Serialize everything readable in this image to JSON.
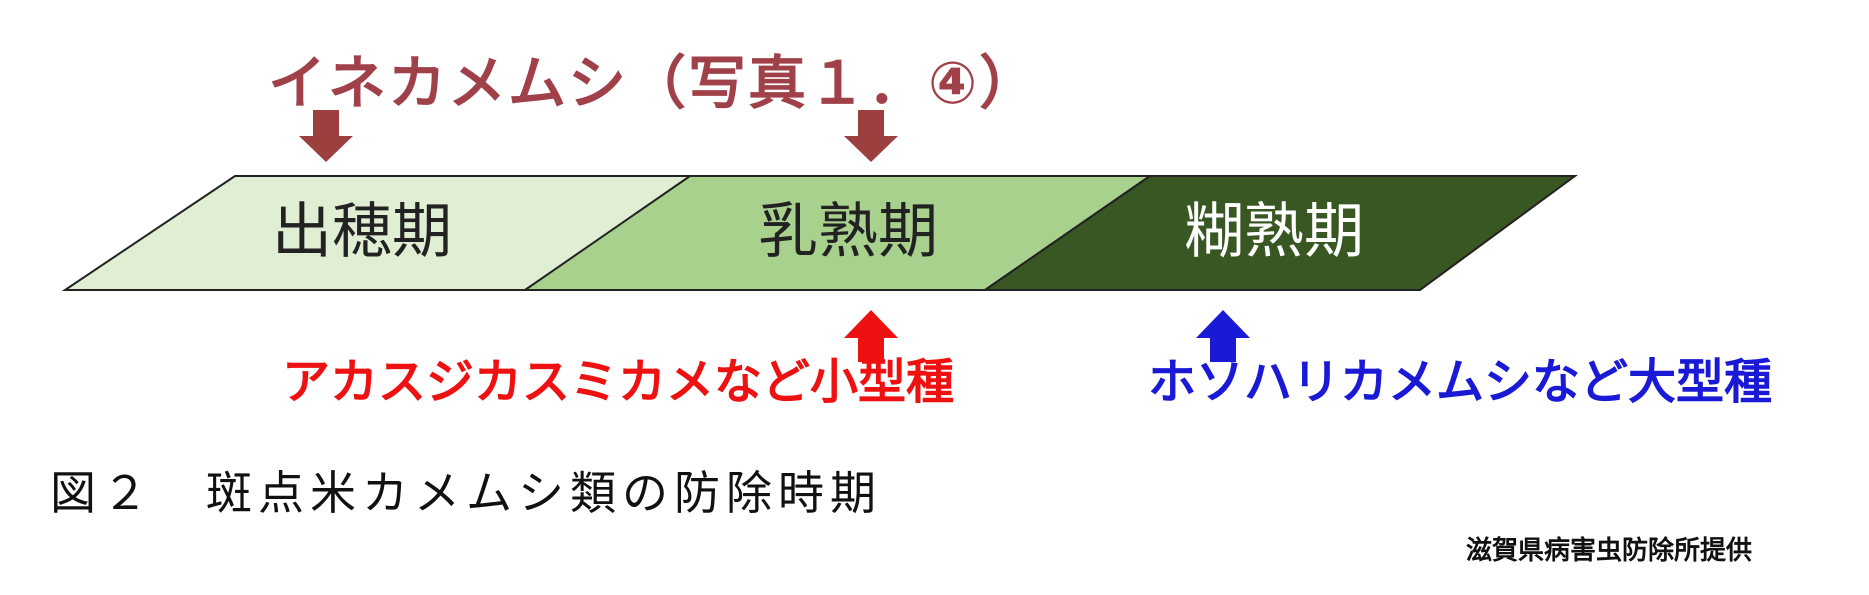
{
  "title": "イネカメムシ（写真１．④）",
  "stages": [
    {
      "label": "出穂期",
      "fill": "#e0efd4",
      "text_color": "#222222"
    },
    {
      "label": "乳熟期",
      "fill": "#a9d18e",
      "text_color": "#222222"
    },
    {
      "label": "糊熟期",
      "fill": "#385723",
      "text_color": "#ffffff"
    }
  ],
  "groups": {
    "small": {
      "label": "アカスジカスミカメなど小型種",
      "color": "#ee1111"
    },
    "large": {
      "label": "ホソハリカメムシなど大型種",
      "color": "#1a1ad6"
    }
  },
  "caption": "図２　斑点米カメムシ類の防除時期",
  "credit": "滋賀県病害虫防除所提供",
  "colors": {
    "title": "#a0414a",
    "arrow_down": "#9b3f3f",
    "outline": "#222222"
  }
}
